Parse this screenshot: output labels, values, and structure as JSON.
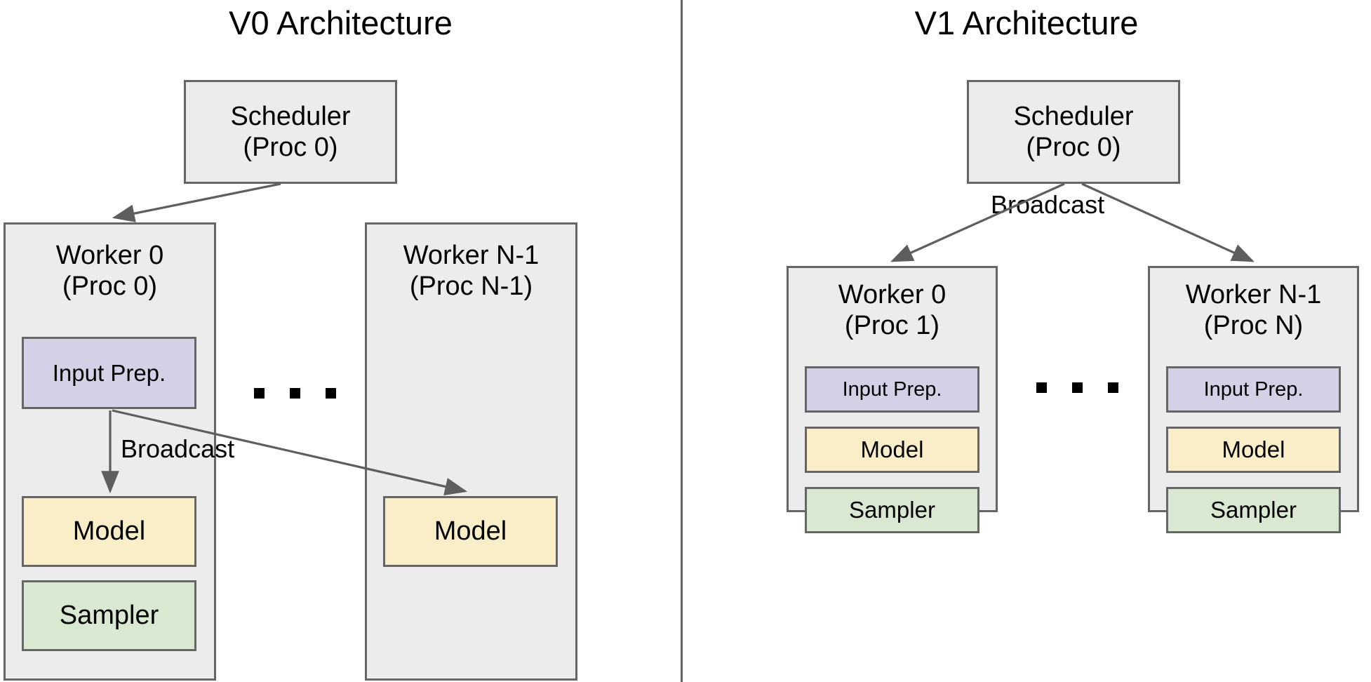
{
  "panels": [
    {
      "id": "v0",
      "title": "V0 Architecture",
      "scheduler": {
        "line1": "Scheduler",
        "line2": "(Proc 0)"
      },
      "workers": [
        {
          "line1": "Worker 0",
          "line2": "(Proc 0)",
          "components": [
            {
              "label": "Input Prep.",
              "color": "#d5d0e6"
            },
            {
              "label": "Model",
              "color": "#faeec9"
            },
            {
              "label": "Sampler",
              "color": "#d9e8d1"
            }
          ]
        },
        {
          "line1": "Worker N-1",
          "line2": "(Proc N-1)",
          "components": [
            {
              "label": "Model",
              "color": "#faeec9"
            }
          ]
        }
      ],
      "broadcast_label": "Broadcast",
      "ellipsis": "..."
    },
    {
      "id": "v1",
      "title": "V1 Architecture",
      "scheduler": {
        "line1": "Scheduler",
        "line2": "(Proc 0)"
      },
      "workers": [
        {
          "line1": "Worker 0",
          "line2": "(Proc 1)",
          "components": [
            {
              "label": "Input Prep.",
              "color": "#d5d0e6"
            },
            {
              "label": "Model",
              "color": "#faeec9"
            },
            {
              "label": "Sampler",
              "color": "#d9e8d1"
            }
          ]
        },
        {
          "line1": "Worker N-1",
          "line2": "(Proc N)",
          "components": [
            {
              "label": "Input Prep.",
              "color": "#d5d0e6"
            },
            {
              "label": "Model",
              "color": "#faeec9"
            },
            {
              "label": "Sampler",
              "color": "#d9e8d1"
            }
          ]
        }
      ],
      "broadcast_label": "Broadcast",
      "ellipsis": "..."
    }
  ],
  "colors": {
    "container_fill": "#ececec",
    "border": "#666666",
    "input_prep": "#d5d0e6",
    "model": "#faeec9",
    "sampler": "#d9e8d1",
    "arrow": "#5e5e5e",
    "divider": "#636363",
    "text": "#000000"
  }
}
